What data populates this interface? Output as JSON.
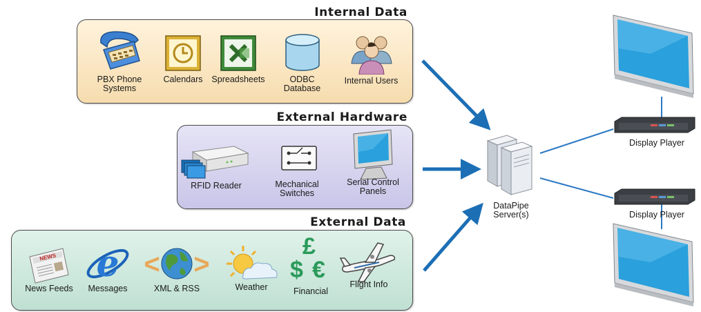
{
  "panels": {
    "internal": {
      "title": "Internal Data",
      "items": [
        {
          "icon": "pbx-phone-icon",
          "label_line1": "PBX Phone",
          "label_line2": "Systems"
        },
        {
          "icon": "calendar-icon",
          "label_line1": "Calendars",
          "label_line2": ""
        },
        {
          "icon": "spreadsheet-icon",
          "label_line1": "Spreadsheets",
          "label_line2": ""
        },
        {
          "icon": "database-icon",
          "label_line1": "ODBC",
          "label_line2": "Database"
        },
        {
          "icon": "users-icon",
          "label_line1": "Internal Users",
          "label_line2": ""
        }
      ]
    },
    "hardware": {
      "title": "External Hardware",
      "items": [
        {
          "icon": "rfid-reader-icon",
          "label_line1": "RFID Reader",
          "label_line2": ""
        },
        {
          "icon": "switch-icon",
          "label_line1": "Mechanical",
          "label_line2": "Switches"
        },
        {
          "icon": "monitor-icon",
          "label_line1": "Serial Control",
          "label_line2": "Panels"
        }
      ]
    },
    "external": {
      "title": "External Data",
      "items": [
        {
          "icon": "newspaper-icon",
          "label_line1": "News Feeds"
        },
        {
          "icon": "browser-e-icon",
          "label_line1": "Messages"
        },
        {
          "icon": "globe-xml-icon",
          "label_line1": "XML & RSS"
        },
        {
          "icon": "weather-icon",
          "label_line1": "Weather"
        },
        {
          "icon": "currency-icon",
          "label_line1": "Financial"
        },
        {
          "icon": "airplane-icon",
          "label_line1": "Flight Info"
        }
      ]
    }
  },
  "server": {
    "label_line1": "DataPipe",
    "label_line2": "Server(s)"
  },
  "players": [
    {
      "label": "Display Player"
    },
    {
      "label": "Display Player"
    }
  ],
  "colors": {
    "arrow": "#1c6fb5",
    "line": "#2c79c4",
    "screen": "#2aa0dc",
    "internal_bg": "#f6dcae",
    "hardware_bg": "#c9c5e8",
    "external_bg": "#bfe0d2"
  },
  "currency_symbols": {
    "pound": "£",
    "dollar": "$",
    "euro": "€"
  },
  "news_text": "NEWS",
  "globe_brackets": {
    "left": "<",
    "right": ">"
  }
}
